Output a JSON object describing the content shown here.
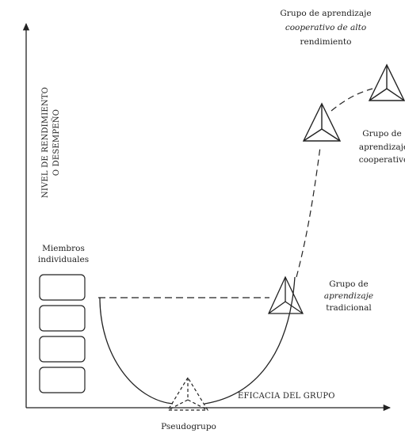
{
  "axes": {
    "y_label_line1": "NIVEL DE RENDIMIENTO",
    "y_label_line2": "O DESEMPEÑO",
    "x_label": "EFICACIA DEL GRUPO"
  },
  "individual": {
    "line1": "Miembros",
    "line2": "individuales"
  },
  "pseudo": {
    "label": "Pseudogrupo"
  },
  "traditional": {
    "line1": "Grupo de",
    "line2": "aprendizaje",
    "line3": "tradicional"
  },
  "cooperative": {
    "line1": "Grupo de",
    "line2": "aprendizaje",
    "line3": "cooperativo"
  },
  "high": {
    "line1": "Grupo de aprendizaje",
    "line2": "cooperativo de alto",
    "line3": "rendimiento"
  }
}
